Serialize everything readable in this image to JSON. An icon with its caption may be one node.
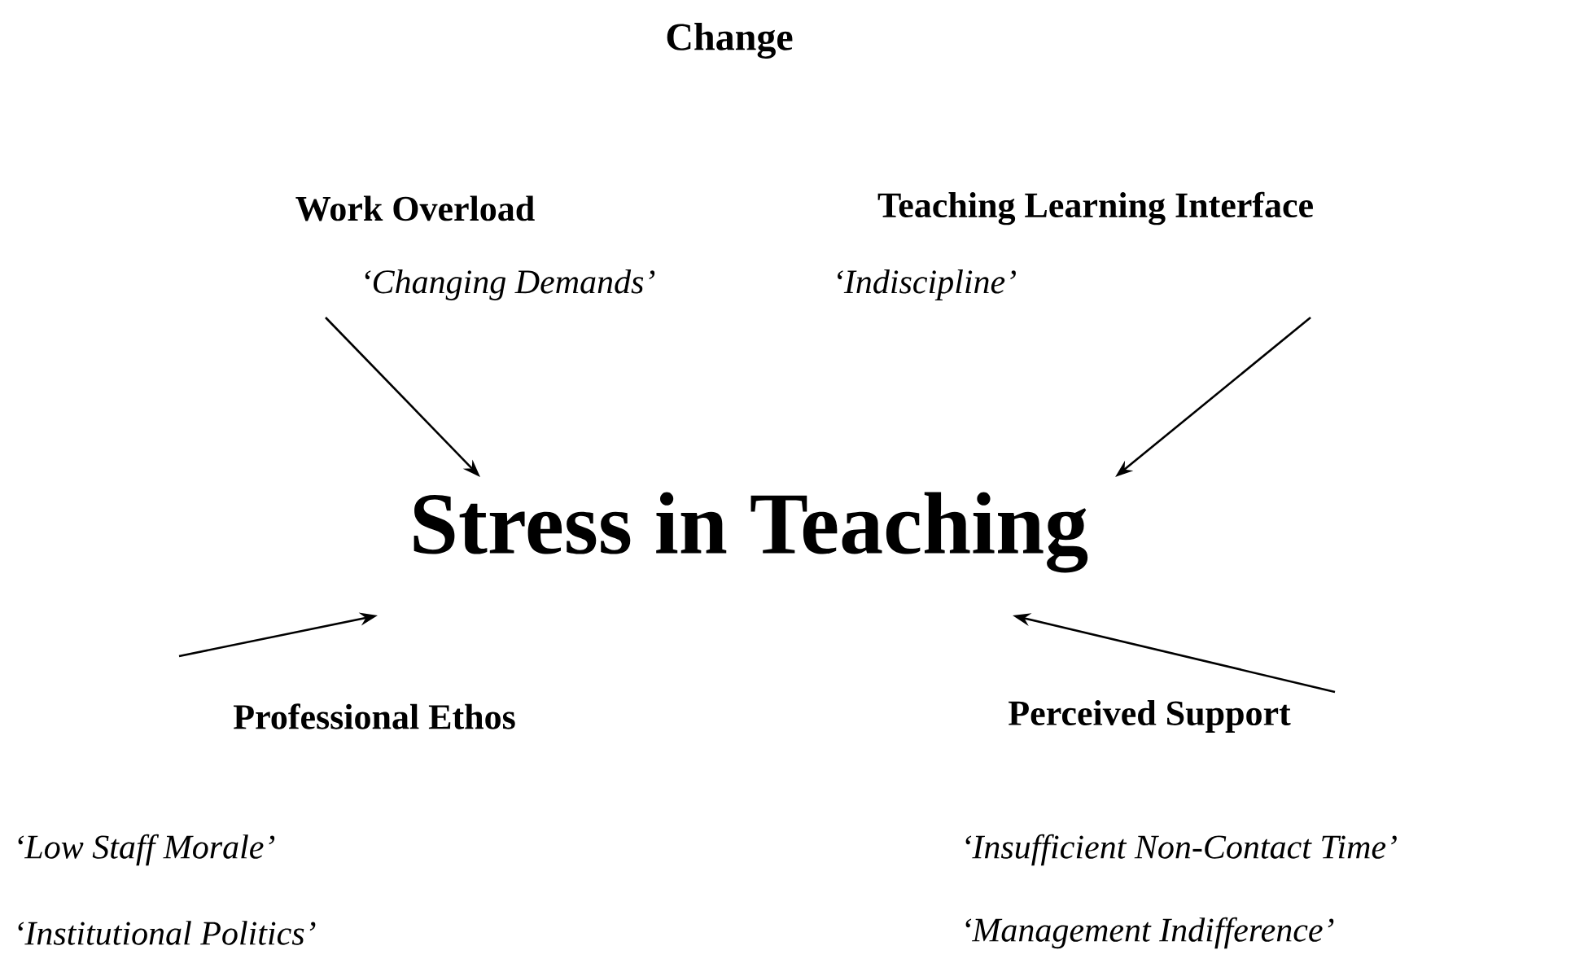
{
  "diagram": {
    "title": "Change",
    "nodes": [
      {
        "text": [
          "Stress in Teaching"
        ]
      },
      {
        "text": [
          "Work Overload"
        ],
        "beside": [
          "‘Changing Demands’"
        ]
      },
      {
        "text": [
          "Teaching Learning Interface"
        ],
        "beside": [
          "‘Indiscipline’"
        ]
      },
      {
        "text": [
          "Professional Ethos"
        ],
        "beside": [
          "‘Low Staff Morale’",
          "‘Institutional Politics’"
        ]
      },
      {
        "text": [
          "Perceived Support"
        ],
        "beside": [
          "‘Insufficient Non-Contact Time’",
          "‘Management Indifference’"
        ]
      }
    ],
    "edges": [
      {
        "from": 1,
        "to": 0,
        "arrow": "to"
      },
      {
        "from": 2,
        "to": 0,
        "arrow": "to"
      },
      {
        "from": 3,
        "to": 0,
        "arrow": "to"
      },
      {
        "from": 4,
        "to": 0,
        "arrow": "to"
      }
    ]
  }
}
